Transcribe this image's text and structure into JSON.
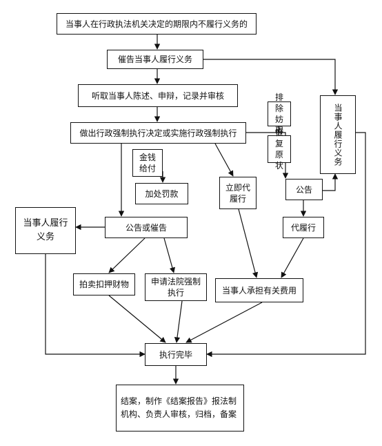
{
  "nodes": {
    "n1": "当事人在行政执法机关决定的期限内不履行义务的",
    "n2": "催告当事人履行义务",
    "n3": "听取当事人陈述、申辩，记录并审核",
    "n4": "做出行政强制执行决定或实施行政强制执行",
    "n5": "当事人履行义务",
    "n6": "排除妨碍",
    "n7": "恢复原状",
    "n8": "金钱给付",
    "n9": "加处罚款",
    "n10": "立即代履行",
    "n11": "公告",
    "n12": "当事人履行义务",
    "n13": "公告或催告",
    "n14": "代履行",
    "n15": "拍卖扣押财物",
    "n16": "申请法院强制执行",
    "n17": "当事人承担有关费用",
    "n18": "执行完毕",
    "n19": "结案，制作《结案报告》报法制机构、负责人审核，归档，备案"
  }
}
